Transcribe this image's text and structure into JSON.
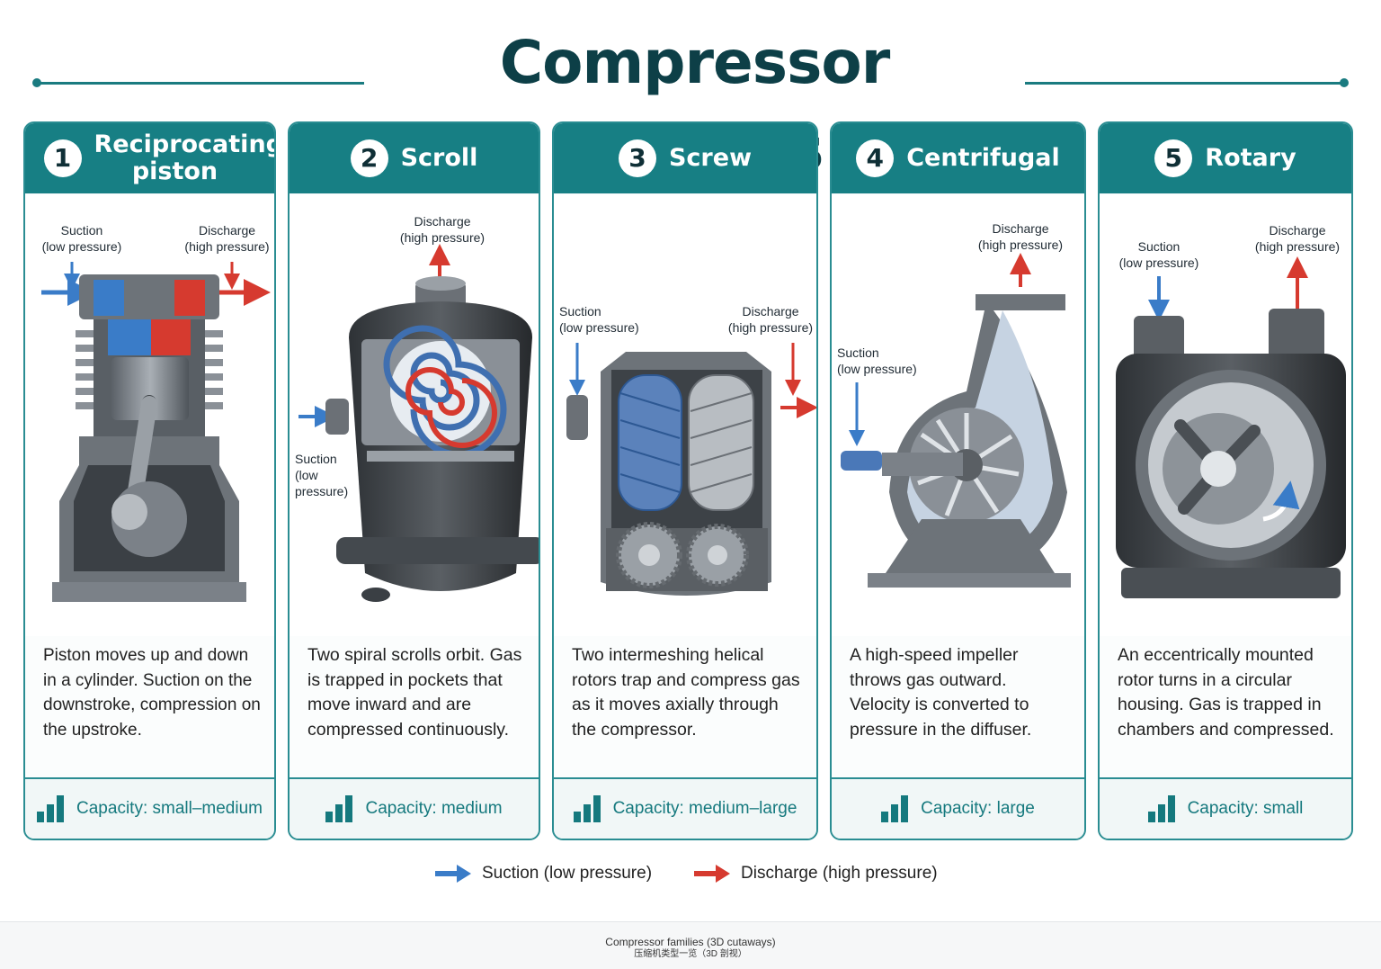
{
  "title": "Compressor families",
  "colors": {
    "accent": "#177f84",
    "suction": "#3a7cc8",
    "discharge": "#d63a2f",
    "title": "#0d3f47"
  },
  "cards": [
    {
      "number": "1",
      "name": "Reciprocating piston",
      "labels": {
        "suction": "Suction\n(low pressure)",
        "discharge": "Discharge\n(high pressure)"
      },
      "description": "Piston moves up and down in a cylinder. Suction on the downstroke, compression on the upstroke.",
      "capacity": "Capacity: small–medium"
    },
    {
      "number": "2",
      "name": "Scroll",
      "labels": {
        "suction": "Suction\n(low\npressure)",
        "discharge": "Discharge\n(high pressure)"
      },
      "description": "Two spiral scrolls orbit. Gas is trapped in pockets that move inward and are compressed continuously.",
      "capacity": "Capacity: medium"
    },
    {
      "number": "3",
      "name": "Screw",
      "labels": {
        "suction": "Suction\n(low pressure)",
        "discharge": "Discharge\n(high pressure)"
      },
      "description": "Two intermeshing helical rotors trap and compress gas as it moves axially through the compressor.",
      "capacity": "Capacity: medium–large"
    },
    {
      "number": "4",
      "name": "Centrifugal",
      "labels": {
        "suction": "Suction\n(low pressure)",
        "discharge": "Discharge\n(high pressure)"
      },
      "description": "A high-speed impeller throws gas outward. Velocity is converted to pressure in the diffuser.",
      "capacity": "Capacity: large"
    },
    {
      "number": "5",
      "name": "Rotary",
      "labels": {
        "suction": "Suction\n(low pressure)",
        "discharge": "Discharge\n(high pressure)"
      },
      "description": "An eccentrically mounted rotor turns in a circular housing. Gas is trapped in chambers and compressed.",
      "capacity": "Capacity: small"
    }
  ],
  "legend": {
    "suction": "Suction (low pressure)",
    "discharge": "Discharge (high pressure)"
  },
  "footer": {
    "line1": "Compressor families (3D cutaways)",
    "line2": "压缩机类型一览（3D 剖视）"
  }
}
